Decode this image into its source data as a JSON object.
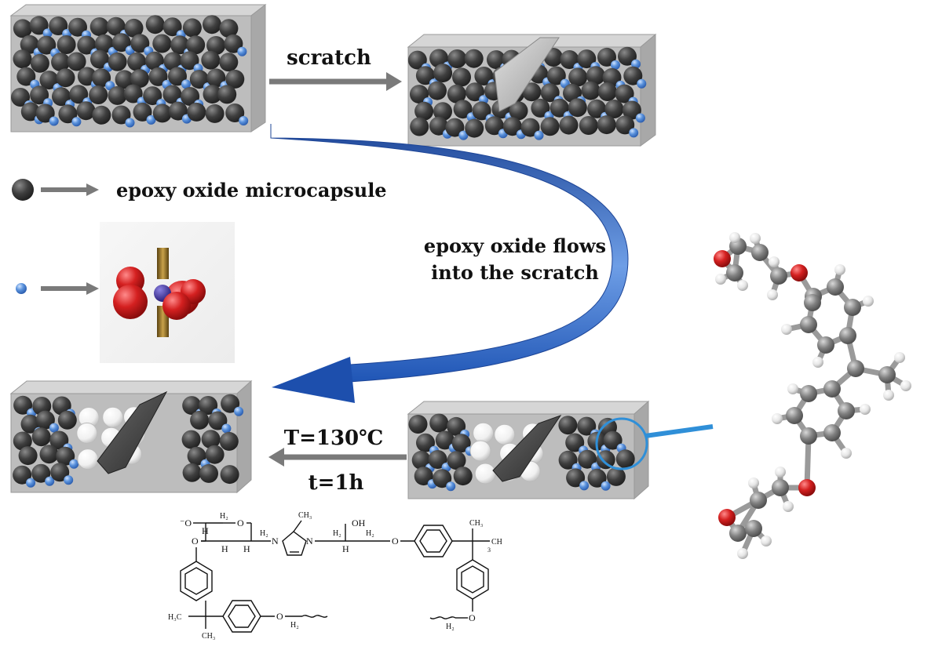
{
  "colors": {
    "microcapsule": "#3d3d3d",
    "catalyst_dot": "#4f86d6",
    "block_face": "#bdbdbd",
    "block_top": "#d6d6d6",
    "arrow_gray": "#7a7a7a",
    "flow_arrow": "#1f4fa8",
    "oxygen": "#d42020",
    "carbon": "#808080",
    "hydrogen": "#e6e6e6",
    "metal_center": "#4b3c9e",
    "ligand": "#8a6a1e",
    "highlight_circle": "#2f8fd8"
  },
  "labels": {
    "scratch": "scratch",
    "legend_capsule": "epoxy oxide microcapsule",
    "flow_line1": "epoxy oxide flows",
    "flow_line2": "into the scratch",
    "temperature": "T=130℃",
    "time": "t=1h"
  },
  "legend": {
    "capsule_icon": "gray-sphere-icon",
    "catalyst_icon": "blue-dot-icon"
  },
  "chem_text": {
    "o_minus": "⁻O",
    "h": "H",
    "h2": "H₂",
    "o": "O",
    "n": "N",
    "ch3": "CH₃",
    "oh": "OH",
    "ch": "CH",
    "h3c": "H₃C",
    "c": "C",
    "sub3": "3"
  }
}
